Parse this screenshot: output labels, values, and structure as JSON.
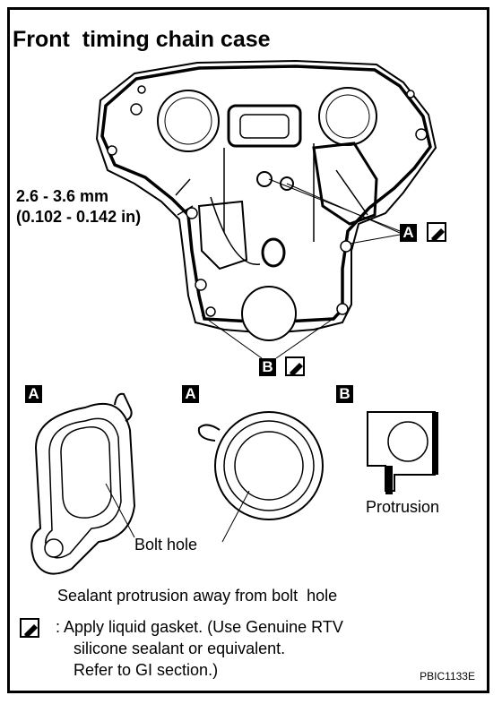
{
  "title": "Front  timing chain case",
  "dimension": {
    "metric": "2.6 - 3.6 mm",
    "imperial": "(0.102 - 0.142 in)"
  },
  "callouts": {
    "a_letter": "A",
    "b_letter": "B"
  },
  "details": {
    "a1_letter": "A",
    "a2_letter": "A",
    "b_letter": "B",
    "bolt_hole_label": "Bolt hole",
    "protrusion_label": "Protrusion"
  },
  "caption": "Sealant protrusion away from bolt  hole",
  "legend": {
    "line1": ": Apply liquid gasket. (Use Genuine RTV",
    "line2": "silicone sealant or equivalent.",
    "line3": "Refer to GI section.)"
  },
  "code": "PBIC1133E",
  "icons": {
    "gasket": "liquid-gasket-icon"
  },
  "colors": {
    "ink": "#000000",
    "paper": "#ffffff"
  }
}
